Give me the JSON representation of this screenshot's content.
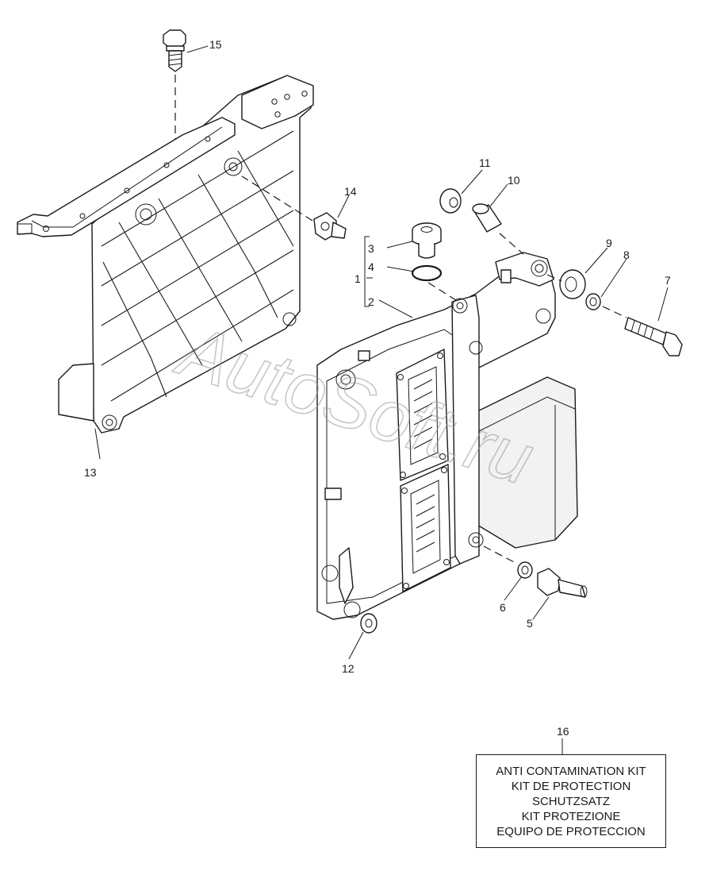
{
  "callouts": {
    "c1": "1",
    "c2": "2",
    "c3": "3",
    "c4": "4",
    "c5": "5",
    "c6": "6",
    "c7": "7",
    "c8": "8",
    "c9": "9",
    "c10": "10",
    "c11": "11",
    "c12": "12",
    "c13": "13",
    "c14": "14",
    "c15": "15",
    "c16": "16"
  },
  "kit": {
    "line1": "ANTI CONTAMINATION KIT",
    "line2": "KIT DE PROTECTION",
    "line3": "SCHUTZSATZ",
    "line4": "KIT PROTEZIONE",
    "line5": "EQUIPO DE PROTECCION"
  },
  "watermark": "AutoSoft.ru"
}
